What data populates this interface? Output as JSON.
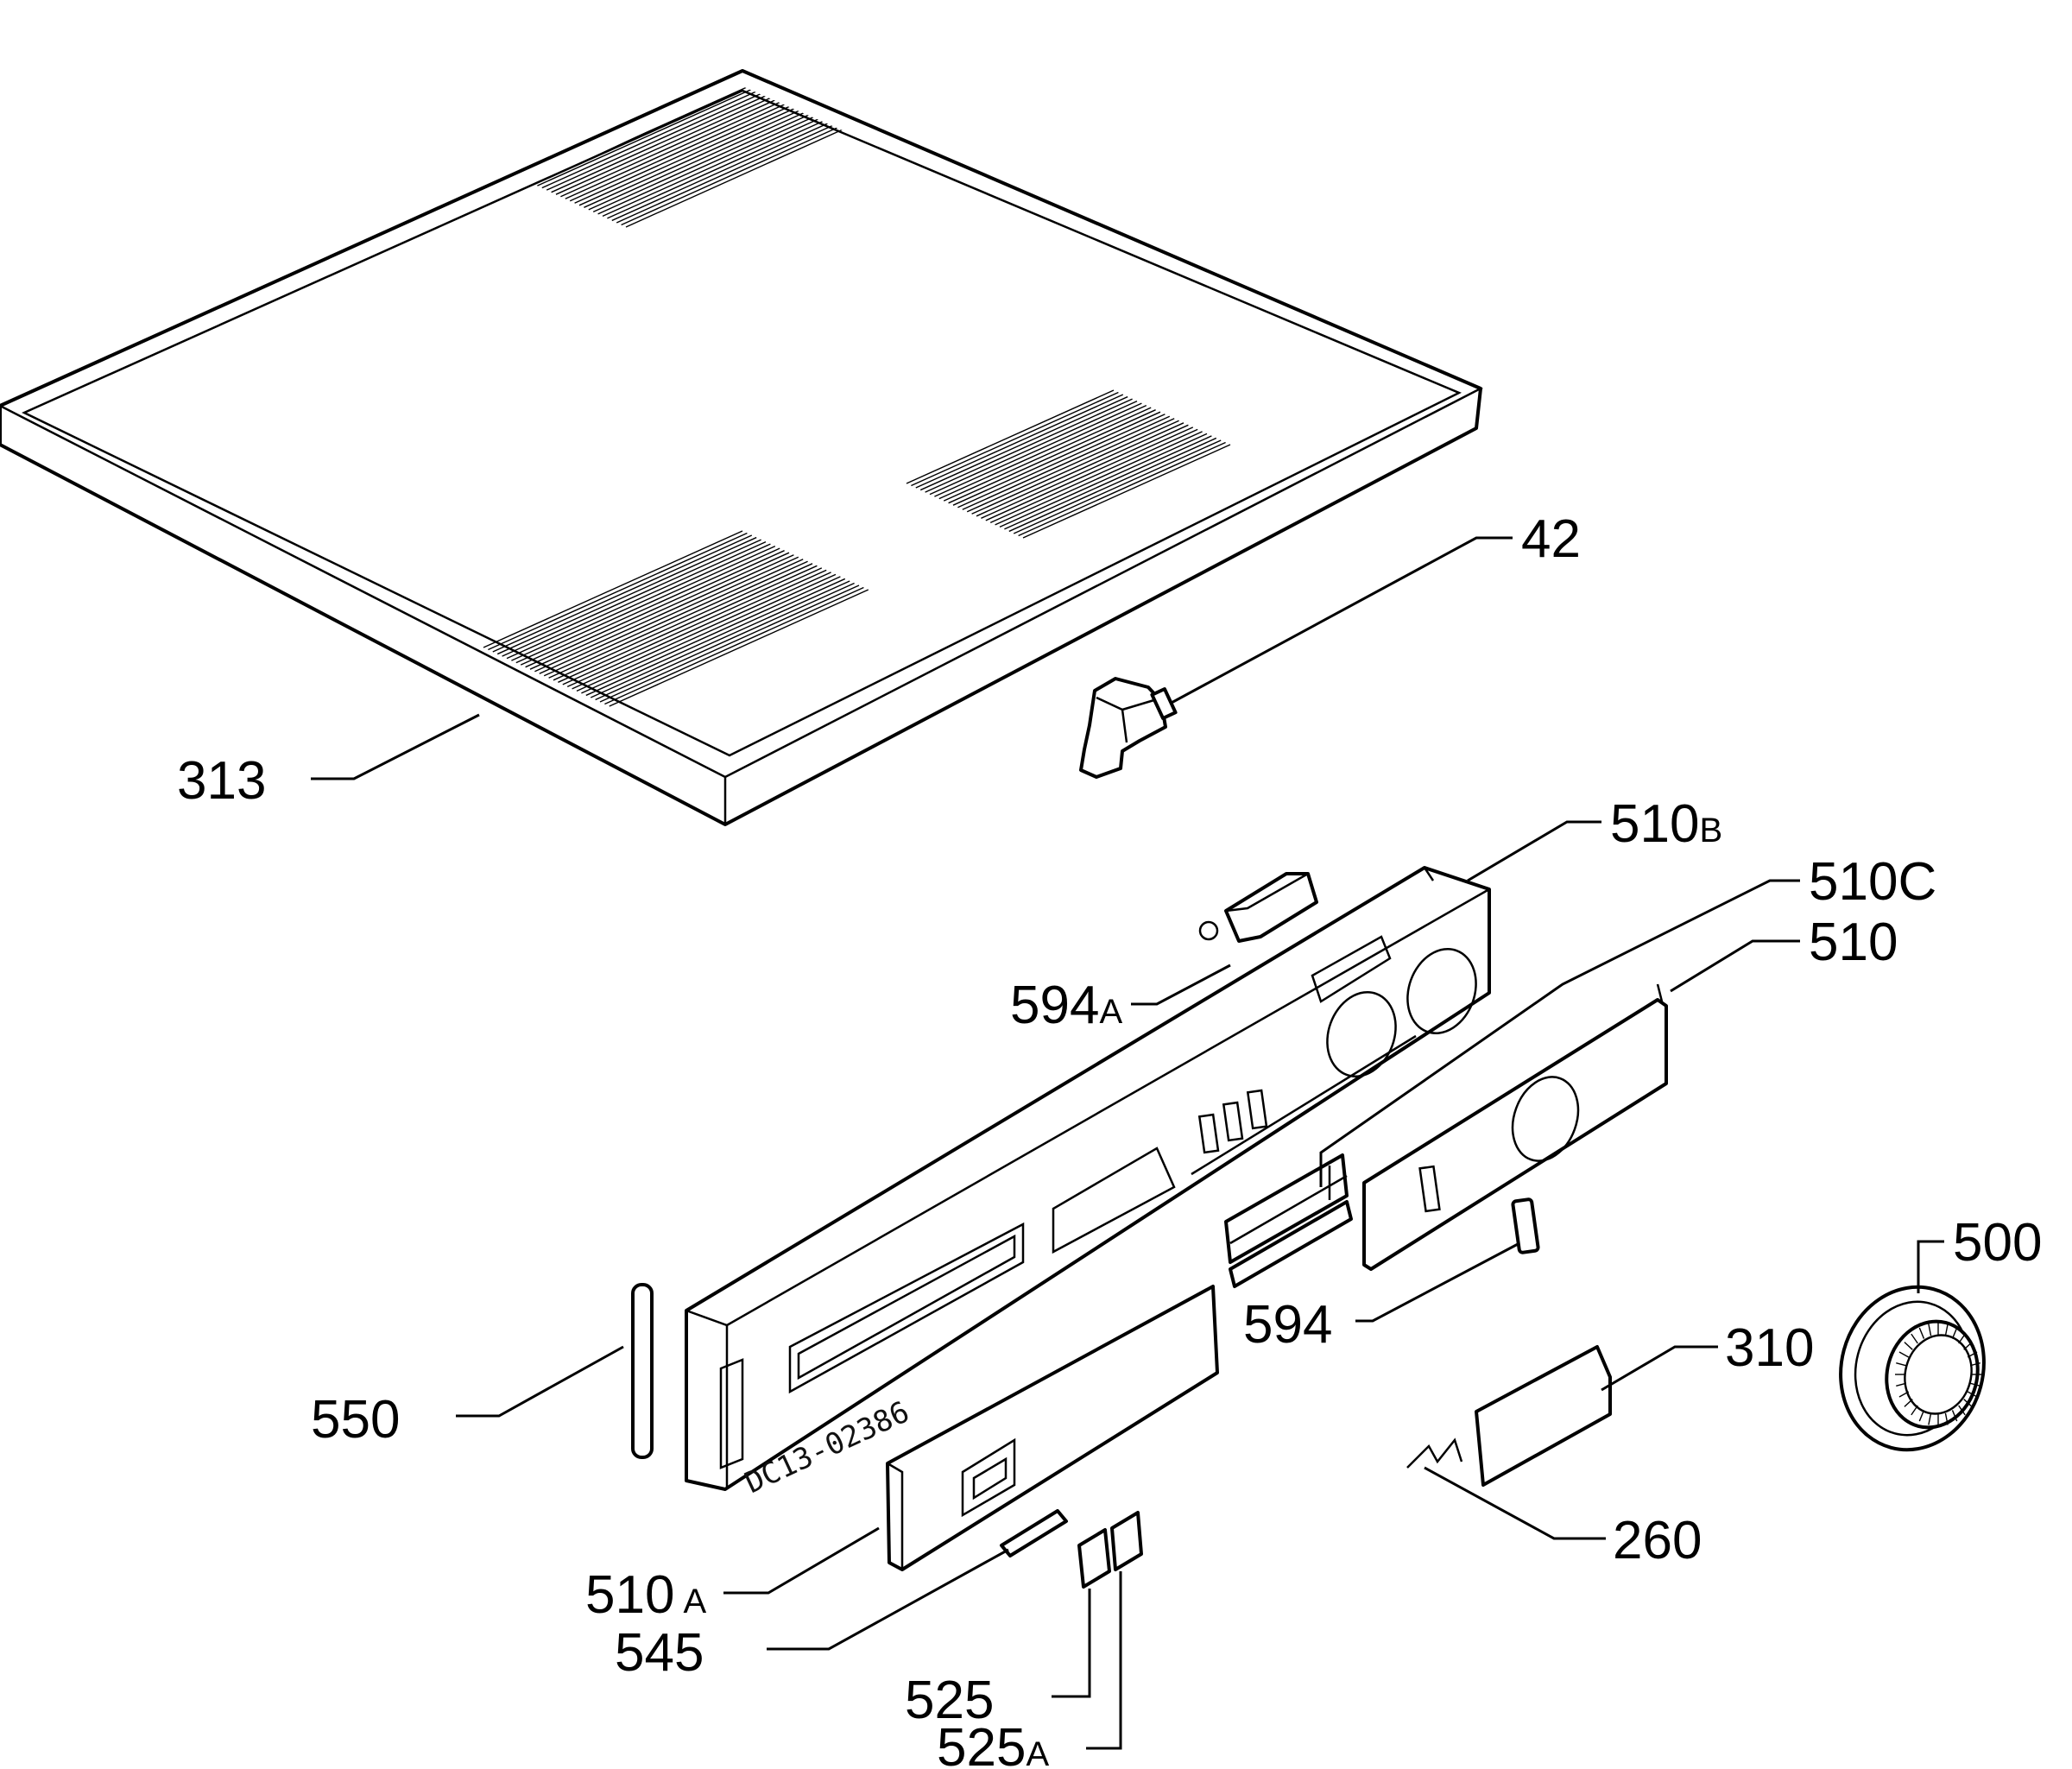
{
  "callouts": [
    {
      "id": "313",
      "text": "313"
    },
    {
      "id": "42",
      "text": "42"
    },
    {
      "id": "510b",
      "text": "510",
      "suffix": "B"
    },
    {
      "id": "510c",
      "text": "510C"
    },
    {
      "id": "510",
      "text": "510"
    },
    {
      "id": "594a",
      "text": "594",
      "suffix": "A"
    },
    {
      "id": "500",
      "text": "500"
    },
    {
      "id": "594",
      "text": "594"
    },
    {
      "id": "310",
      "text": "310"
    },
    {
      "id": "550",
      "text": "550"
    },
    {
      "id": "260",
      "text": "260"
    },
    {
      "id": "510a",
      "text": "510",
      "suffix": "A"
    },
    {
      "id": "545",
      "text": "545"
    },
    {
      "id": "525",
      "text": "525"
    },
    {
      "id": "525a",
      "text": "525",
      "suffix": "A"
    }
  ],
  "stamp": "DC13-02386",
  "colors": {
    "ink": "#000000",
    "paper": "#ffffff"
  }
}
